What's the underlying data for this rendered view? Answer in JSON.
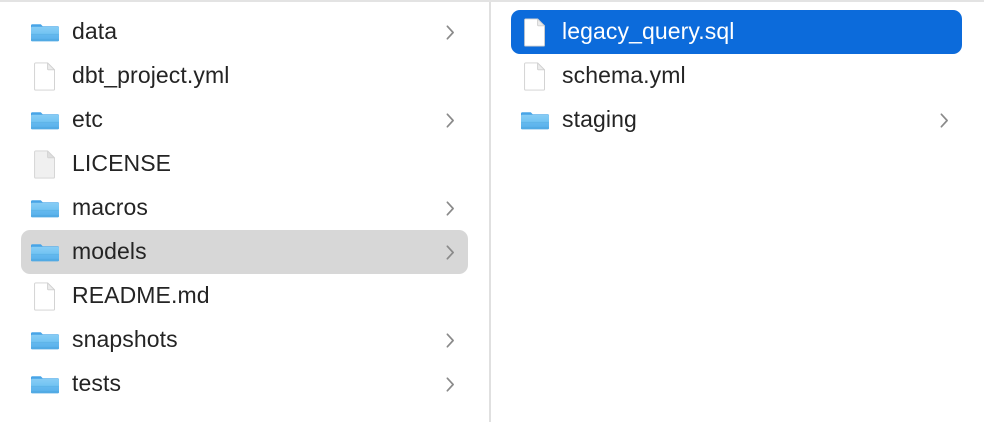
{
  "window": {
    "view_mode": "column",
    "accent_color": "#0c6bdb",
    "inactive_selection_color": "#d7d7d7",
    "background_color": "#ffffff",
    "divider_color": "#e0e0e0",
    "label_color": "#242424",
    "selected_label_color": "#ffffff"
  },
  "columns": [
    {
      "name": "project-root-column",
      "items": [
        {
          "label": "data",
          "kind": "folder",
          "icon": "folder-icon",
          "has_chevron": true,
          "selected": false,
          "selection_state": "none"
        },
        {
          "label": "dbt_project.yml",
          "kind": "file",
          "icon": "document-icon",
          "has_chevron": false,
          "selected": false,
          "selection_state": "none"
        },
        {
          "label": "etc",
          "kind": "folder",
          "icon": "folder-icon",
          "has_chevron": true,
          "selected": false,
          "selection_state": "none"
        },
        {
          "label": "LICENSE",
          "kind": "generic-file",
          "icon": "plain-document-icon",
          "has_chevron": false,
          "selected": false,
          "selection_state": "none"
        },
        {
          "label": "macros",
          "kind": "folder",
          "icon": "folder-icon",
          "has_chevron": true,
          "selected": false,
          "selection_state": "none"
        },
        {
          "label": "models",
          "kind": "folder",
          "icon": "folder-icon",
          "has_chevron": true,
          "selected": true,
          "selection_state": "inactive"
        },
        {
          "label": "README.md",
          "kind": "file",
          "icon": "document-icon",
          "has_chevron": false,
          "selected": false,
          "selection_state": "none"
        },
        {
          "label": "snapshots",
          "kind": "folder",
          "icon": "folder-icon",
          "has_chevron": true,
          "selected": false,
          "selection_state": "none"
        },
        {
          "label": "tests",
          "kind": "folder",
          "icon": "folder-icon",
          "has_chevron": true,
          "selected": false,
          "selection_state": "none"
        }
      ]
    },
    {
      "name": "models-folder-column",
      "items": [
        {
          "label": "legacy_query.sql",
          "kind": "file",
          "icon": "document-icon",
          "has_chevron": false,
          "selected": true,
          "selection_state": "active"
        },
        {
          "label": "schema.yml",
          "kind": "file",
          "icon": "document-icon",
          "has_chevron": false,
          "selected": false,
          "selection_state": "none"
        },
        {
          "label": "staging",
          "kind": "folder",
          "icon": "folder-icon",
          "has_chevron": true,
          "selected": false,
          "selection_state": "none"
        }
      ]
    }
  ]
}
